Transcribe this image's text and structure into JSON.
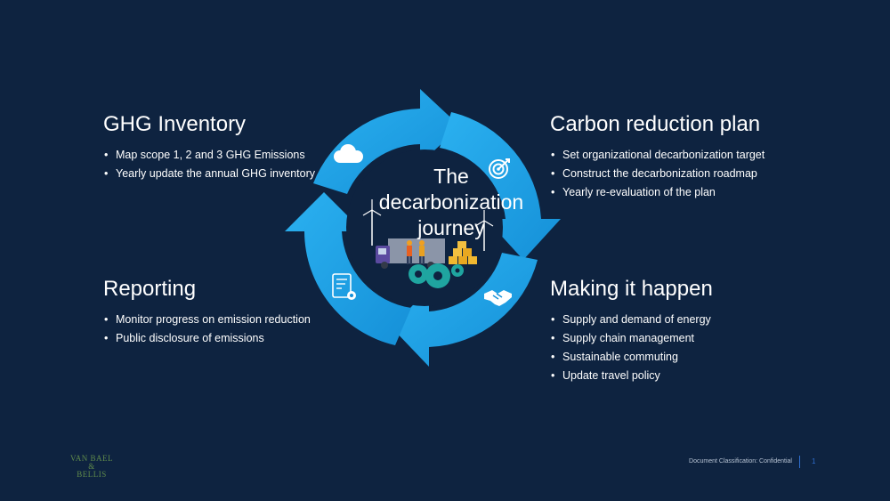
{
  "sections": {
    "ghg": {
      "title": "GHG Inventory",
      "items": [
        "Map scope 1, 2 and 3 GHG Emissions",
        "Yearly update the annual GHG inventory"
      ]
    },
    "carbon": {
      "title": "Carbon reduction plan",
      "items": [
        "Set organizational decarbonization target",
        "Construct the decarbonization roadmap",
        "Yearly re-evaluation of the plan"
      ]
    },
    "reporting": {
      "title": "Reporting",
      "items": [
        "Monitor progress on emission reduction",
        "Public disclosure of emissions"
      ]
    },
    "making": {
      "title": "Making it happen",
      "items": [
        "Supply and demand of energy",
        "Supply chain management",
        "Sustainable commuting",
        "Update travel policy"
      ]
    }
  },
  "center": {
    "line1": "The",
    "line2": "decarbonization",
    "line3": "journey"
  },
  "logo": {
    "line1": "VAN BAEL",
    "line2": "&",
    "line3": "BELLIS"
  },
  "footer": {
    "classification": "Document Classification: Confidential",
    "page": "1"
  },
  "bullet": "•",
  "icons": [
    "cloud-icon",
    "target-icon",
    "handshake-icon",
    "report-icon",
    "wind-turbine-icon",
    "truck-icon",
    "worker-icon",
    "boxes-icon",
    "gears-icon"
  ],
  "colors": {
    "background": "#0e2340",
    "cycle_arrow": "#1ba1e8",
    "cycle_arrow_dark": "#1585c6",
    "cycle_inner": "#0e2340",
    "logo": "#5f8a4b",
    "page_number": "#2f6fd0"
  }
}
